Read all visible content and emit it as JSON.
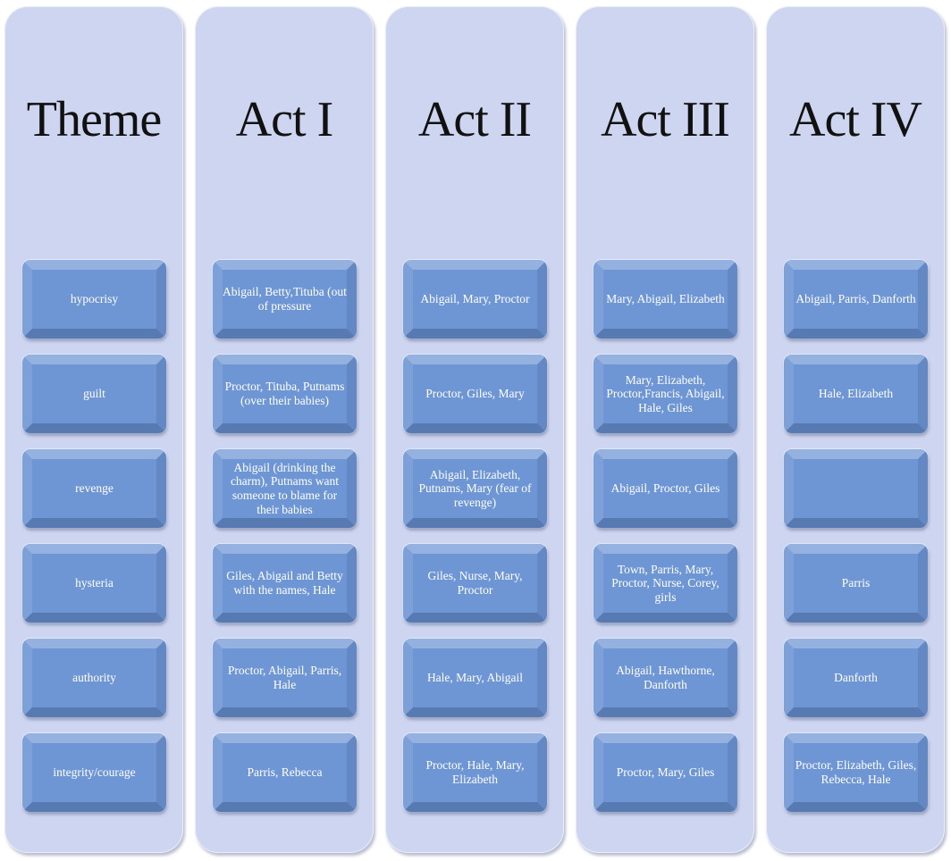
{
  "board": {
    "columns": [
      {
        "title": "Theme",
        "cells": [
          "hypocrisy",
          "guilt",
          "revenge",
          "hysteria",
          "authority",
          "integrity/courage"
        ]
      },
      {
        "title": "Act I",
        "cells": [
          "Abigail, Betty,Tituba (out of pressure",
          "Proctor, Tituba, Putnams (over their babies)",
          "Abigail (drinking the charm), Putnams want someone to blame for their babies",
          "Giles, Abigail and Betty with the names, Hale",
          "Proctor, Abigail, Parris, Hale",
          "Parris, Rebecca"
        ]
      },
      {
        "title": "Act II",
        "cells": [
          "Abigail, Mary, Proctor",
          "Proctor, Giles, Mary",
          "Abigail, Elizabeth, Putnams, Mary (fear of revenge)",
          "Giles, Nurse, Mary, Proctor",
          "Hale, Mary, Abigail",
          "Proctor, Hale, Mary, Elizabeth"
        ]
      },
      {
        "title": "Act III",
        "cells": [
          "Mary, Abigail, Elizabeth",
          "Mary, Elizabeth, Proctor,Francis, Abigail, Hale, Giles",
          "Abigail, Proctor, Giles",
          "Town, Parris, Mary, Proctor, Nurse, Corey, girls",
          "Abigail, Hawthorne, Danforth",
          "Proctor, Mary, Giles"
        ]
      },
      {
        "title": "Act IV",
        "cells": [
          "Abigail, Parris, Danforth",
          "Hale, Elizabeth",
          "",
          "Parris",
          "Danforth",
          "Proctor, Elizabeth, Giles, Rebecca, Hale"
        ]
      }
    ]
  },
  "colors": {
    "column_bg": "#ced5f0",
    "cell_face": "#6f96d4",
    "cell_text": "#ffffff",
    "title_text": "#111111"
  }
}
